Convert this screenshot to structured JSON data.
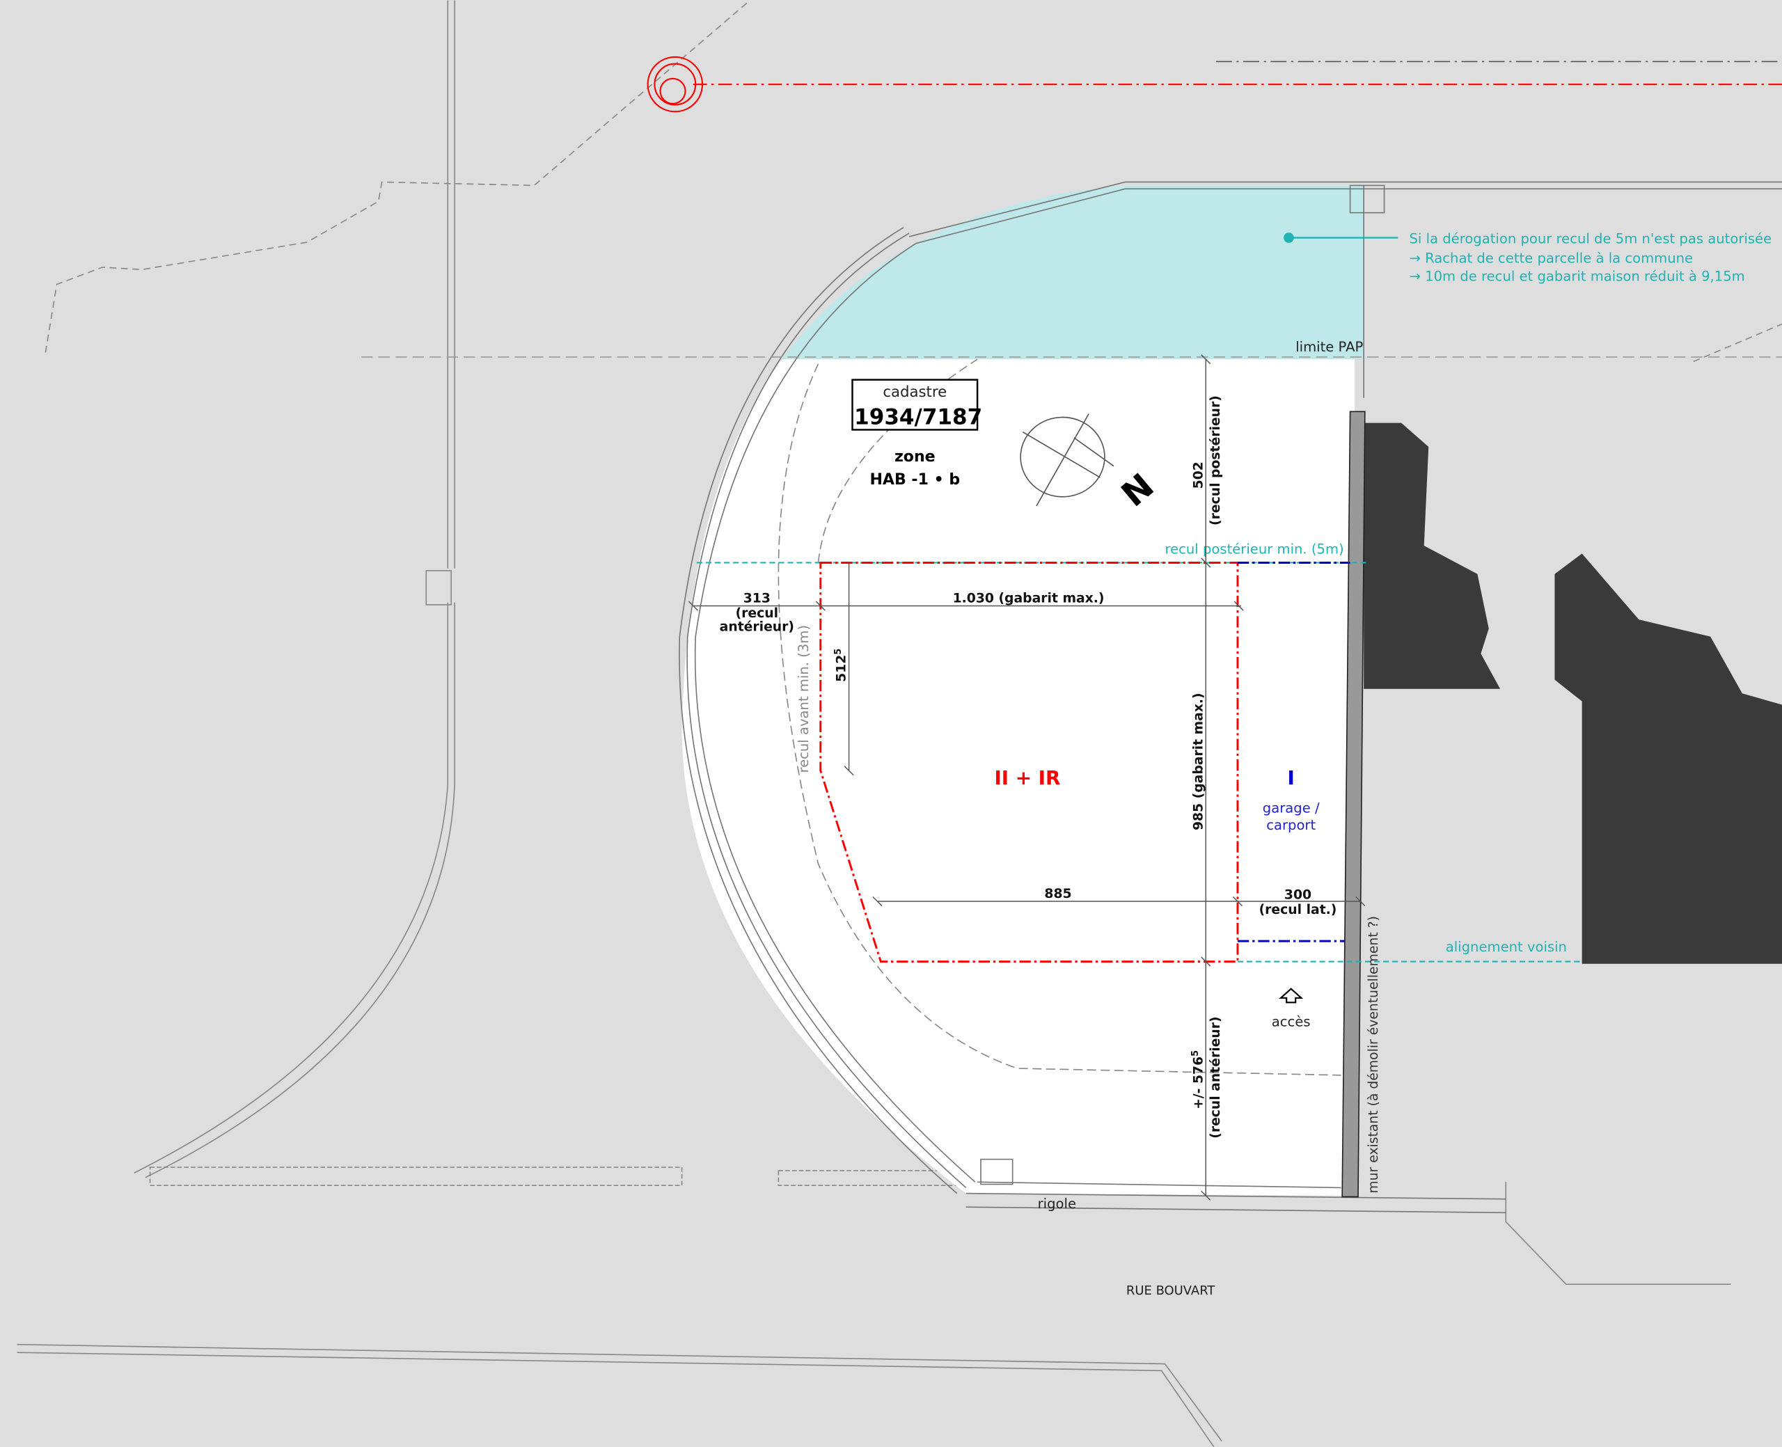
{
  "note": {
    "line1": "Si la dérogation pour recul de 5m n'est pas autorisée",
    "line2": "→ Rachat de cette parcelle à la commune",
    "line3": "→ 10m de recul et gabarit maison réduit à 9,15m"
  },
  "limite_pap": "limite PAP",
  "cadastre": {
    "label": "cadastre",
    "number": "1934/7187"
  },
  "zone": {
    "line1": "zone",
    "line2": "HAB -1 • b"
  },
  "north": "N",
  "recul_posterieur_min": "recul postérieur min. (5m)",
  "recul_avant_min": "recul avant min. (3m)",
  "alignement_voisin": "alignement voisin",
  "dimensions": {
    "d502": "502",
    "d502_sub": "(recul postérieur)",
    "d313": "313",
    "d313_sub1": "(recul",
    "d313_sub2": "antérieur)",
    "d1030": "1.030 (gabarit max.)",
    "d512": "512",
    "d512_sup": "5",
    "d985": "985 (gabarit max.)",
    "d885": "885",
    "d300": "300",
    "d300_sub": "(recul lat.)",
    "d576": "+/- 576",
    "d576_sup": "5",
    "d576_sub": "(recul antérieur)"
  },
  "zones": {
    "main": "II + IR",
    "garage_level": "I",
    "garage_line1": "garage /",
    "garage_line2": "carport"
  },
  "acces": "accès",
  "mur": "mur existant (à démolir éventuellement ?)",
  "rigole": "rigole",
  "street": "RUE BOUVART",
  "colors": {
    "red": "#ff0000",
    "blue": "#0000cc",
    "cyan": "#1fb3b3",
    "cyan_fill": "#bfe8ea",
    "building": "#3a3a3a",
    "ground": "#dedede"
  }
}
